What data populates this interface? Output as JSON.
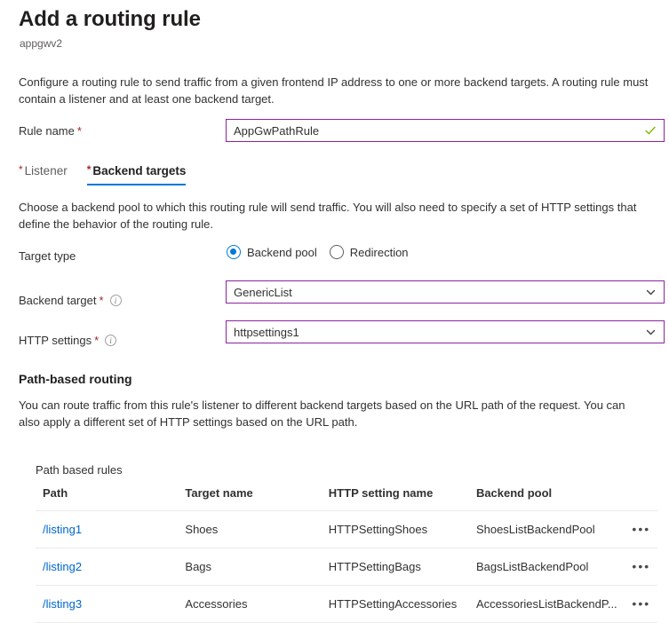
{
  "header": {
    "title": "Add a routing rule",
    "subtitle": "appgwv2"
  },
  "intro": "Configure a routing rule to send traffic from a given frontend IP address to one or more backend targets. A routing rule must contain a listener and at least one backend target.",
  "rule_name": {
    "label": "Rule name",
    "required_marker": "*",
    "value": "AppGwPathRule",
    "valid_icon": "check-icon"
  },
  "tabs": [
    {
      "label": "Listener",
      "required_marker": "*",
      "active": false
    },
    {
      "label": "Backend targets",
      "required_marker": "*",
      "active": true
    }
  ],
  "section_description": "Choose a backend pool to which this routing rule will send traffic. You will also need to specify a set of HTTP settings that define the behavior of the routing rule.",
  "target_type": {
    "label": "Target type",
    "options": [
      {
        "label": "Backend pool",
        "selected": true
      },
      {
        "label": "Redirection",
        "selected": false
      }
    ]
  },
  "backend_target": {
    "label": "Backend target",
    "required_marker": "*",
    "info": "i",
    "value": "GenericList"
  },
  "http_settings": {
    "label": "HTTP settings",
    "required_marker": "*",
    "info": "i",
    "value": "httpsettings1"
  },
  "path_based_routing": {
    "heading": "Path-based routing",
    "description": "You can route traffic from this rule's listener to different backend targets based on the URL path of the request. You can also apply a different set of HTTP settings based on the URL path.",
    "table_label": "Path based rules",
    "columns": [
      "Path",
      "Target name",
      "HTTP setting name",
      "Backend pool"
    ],
    "rows": [
      {
        "path": "/listing1",
        "target_name": "Shoes",
        "http_setting_name": "HTTPSettingShoes",
        "backend_pool": "ShoesListBackendPool",
        "menu": "•••"
      },
      {
        "path": "/listing2",
        "target_name": "Bags",
        "http_setting_name": "HTTPSettingBags",
        "backend_pool": "BagsListBackendPool",
        "menu": "•••"
      },
      {
        "path": "/listing3",
        "target_name": "Accessories",
        "http_setting_name": "HTTPSettingAccessories",
        "backend_pool": "AccessoriesListBackendP...",
        "menu": "•••"
      }
    ]
  },
  "colors": {
    "accent_blue": "#0078d4",
    "link_blue": "#0066cc",
    "field_border_purple": "#8c23a0",
    "required_red": "#a4262c",
    "valid_green": "#7fba00"
  }
}
